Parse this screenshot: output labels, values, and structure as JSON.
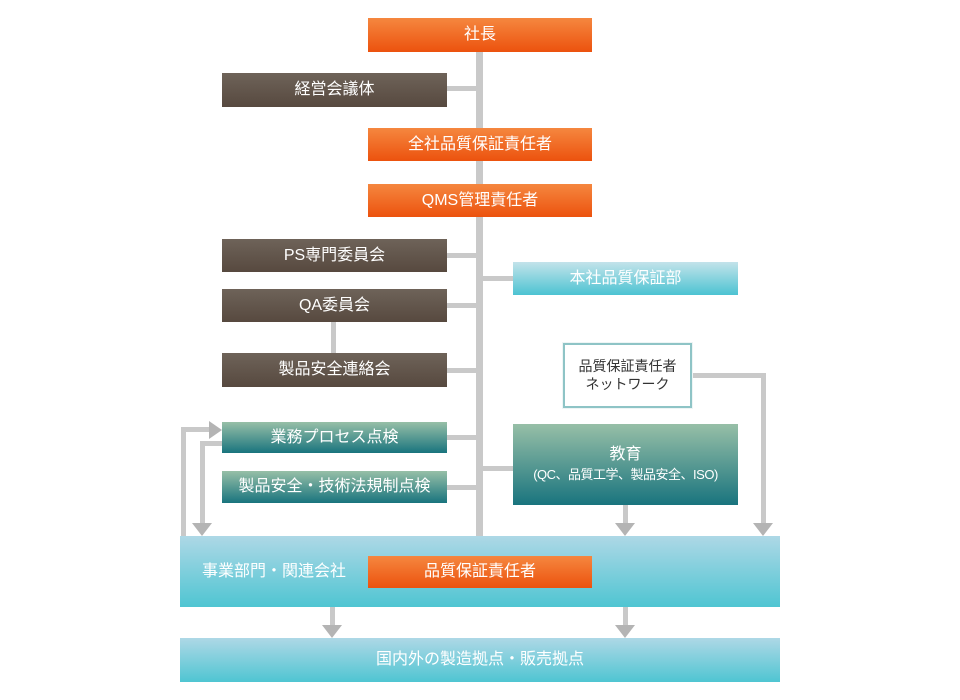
{
  "nodes": {
    "president": {
      "label": "社長"
    },
    "management_council": {
      "label": "経営会議体"
    },
    "company_qa_officer": {
      "label": "全社品質保証責任者"
    },
    "qms_manager": {
      "label": "QMS管理責任者"
    },
    "ps_committee": {
      "label": "PS専門委員会"
    },
    "hq_qa_dept": {
      "label": "本社品質保証部"
    },
    "qa_committee": {
      "label": "QA委員会"
    },
    "product_safety_liaison": {
      "label": "製品安全連絡会"
    },
    "qa_network": {
      "line1": "品質保証責任者",
      "line2": "ネットワーク"
    },
    "process_inspection": {
      "label": "業務プロセス点検"
    },
    "regulation_inspection": {
      "label": "製品安全・技術法規制点検"
    },
    "education": {
      "line1": "教育",
      "line2": "(QC、品質工学、製品安全、ISO)"
    },
    "business_divisions": {
      "label": "事業部門・関連会社"
    },
    "division_qa_officer": {
      "label": "品質保証責任者"
    },
    "sites": {
      "label": "国内外の製造拠点・販売拠点"
    }
  },
  "edges": [
    "社長 → 全社品質保証責任者 → QMS管理責任者 (直列トランク)",
    "経営会議体 / PS専門委員会 / QA委員会 / 製品安全連絡会 はトランクに接続",
    "QA委員会 → 製品安全連絡会 (縦接続)",
    "本社品質保証部 / 教育 はトランク右側に接続",
    "品質保証責任者ネットワーク → 事業部門・関連会社 (右回り矢印)",
    "教育 → 事業部門・関連会社 (下矢印)",
    "事業部門・関連会社 ⇄ 業務プロセス点検 (左回りループ矢印)",
    "事業部門・関連会社 → 国内外の製造拠点・販売拠点 (下矢印2本)"
  ],
  "colors": {
    "orange_top": "#f5873f",
    "orange_bottom": "#ec520e",
    "brown_top": "#6e6359",
    "brown_bottom": "#57493f",
    "teal_top": "#97bfa7",
    "teal_bottom": "#19747e",
    "blue_top": "#c3e3ea",
    "blue_bottom": "#4cc3d2",
    "bigblue_top": "#aed8e6",
    "bigblue_bottom": "#4fc5d2",
    "line": "#c9c9c9",
    "arrow": "#b4b4b4",
    "network_border": "#8ec4c6"
  }
}
